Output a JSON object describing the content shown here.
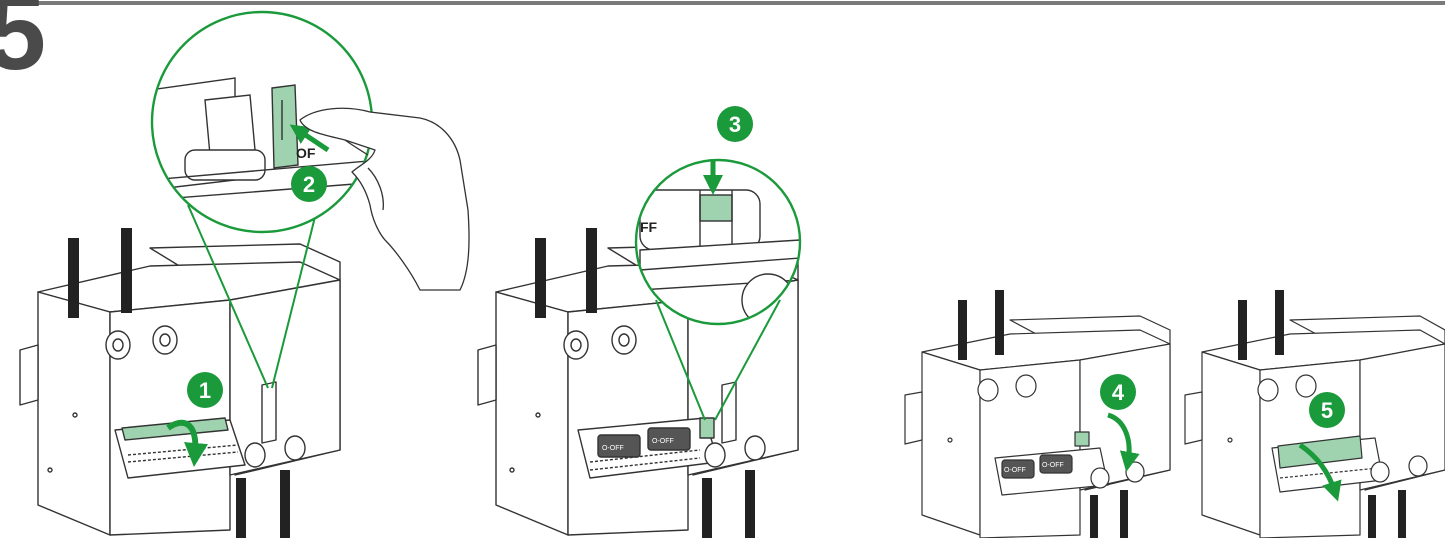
{
  "step": {
    "number": "5"
  },
  "badges": {
    "b1": "1",
    "b2": "2",
    "b3": "3",
    "b4": "4",
    "b5": "5"
  },
  "labels": {
    "off_a": "O-OFF",
    "off_b": "O-OFF",
    "off_c": "O-OFF",
    "off_d": "O-OFF",
    "zoom_ff": "FF",
    "zoom_of": "OF"
  },
  "colors": {
    "accent": "#1a9a3a",
    "highlight": "#9fd3b0",
    "outline": "#333333",
    "bar": "#7a7a7a"
  }
}
